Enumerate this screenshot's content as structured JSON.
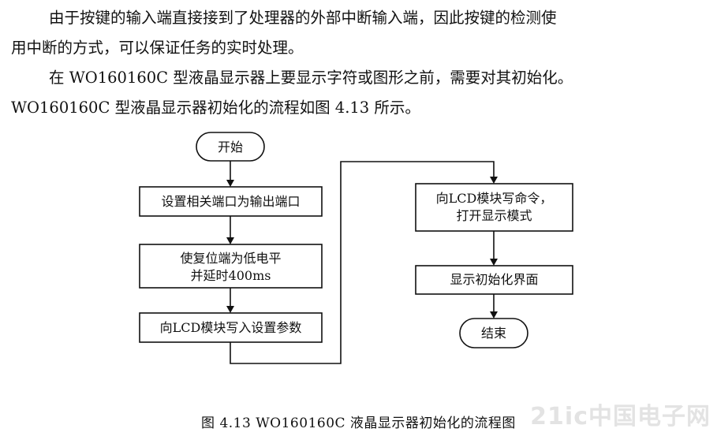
{
  "body": {
    "paragraph1_line1": "由于按键的输入端直接接到了处理器的外部中断输入端，因此按键的检测使",
    "paragraph1_line2": "用中断的方式，可以保证任务的实时处理。",
    "paragraph2_line1": "在  WO160160C  型液晶显示器上要显示字符或图形之前，需要对其初始化。",
    "paragraph2_line2": "WO160160C 型液晶显示器初始化的流程如图  4.13  所示。"
  },
  "flowchart": {
    "start": "开始",
    "step1": "设置相关端口为输出端口",
    "step2_line1": "使复位端为低电平",
    "step2_line2": "并延时400ms",
    "step3": "向LCD模块写入设置参数",
    "step4_line1": "向LCD模块写命令，",
    "step4_line2": "打开显示模式",
    "step5": "显示初始化界面",
    "end": "结束"
  },
  "caption": "图 4.13  WO160160C 液晶显示器初始化的流程图",
  "watermark": "21ic中国电子网"
}
